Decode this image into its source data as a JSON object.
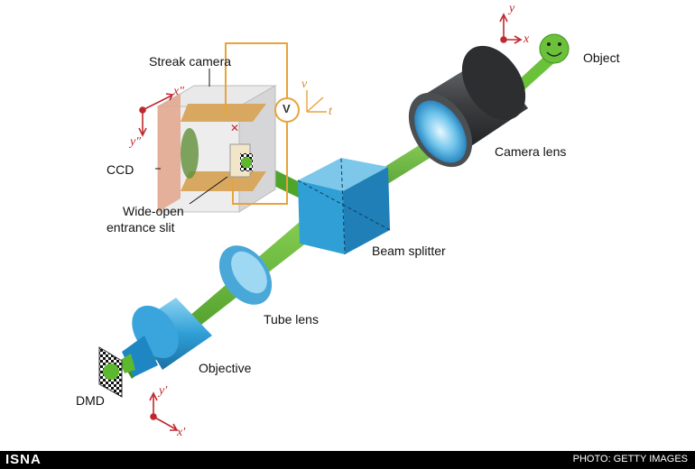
{
  "labels": {
    "streak_camera": "Streak camera",
    "ccd": "CCD",
    "slit_line1": "Wide-open",
    "slit_line2": "entrance slit",
    "camera_lens": "Camera lens",
    "object": "Object",
    "beam_splitter": "Beam splitter",
    "tube_lens": "Tube lens",
    "objective": "Objective",
    "dmd": "DMD",
    "v_symbol": "V"
  },
  "axes": {
    "object": {
      "x": "x",
      "y": "y"
    },
    "ccd": {
      "x": "x″",
      "y": "y″"
    },
    "dmd": {
      "x": "x′",
      "y": "y′"
    },
    "voltage": {
      "v": "v",
      "t": "t"
    }
  },
  "footer": {
    "brand": "ISNA",
    "credit": "PHOTO: GETTY IMAGES"
  },
  "colors": {
    "beam": "#5cb82e",
    "optics_blue": "#2f9fd6",
    "axis_red": "#c0282d",
    "wire_orange": "#e8a33b",
    "camera_body": "#3b3d3f"
  }
}
